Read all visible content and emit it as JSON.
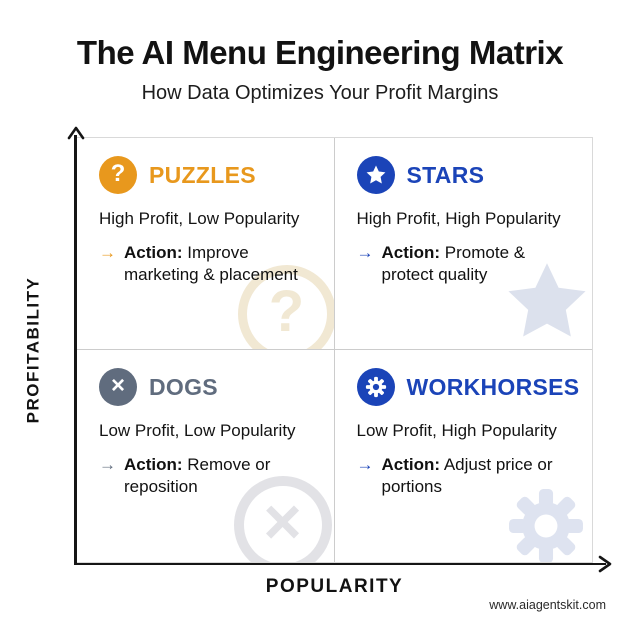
{
  "page": {
    "title": "The AI Menu Engineering Matrix",
    "subtitle": "How Data Optimizes Your Profit Margins",
    "website": "www.aiagentskit.com"
  },
  "axes": {
    "y_label": "PROFITABILITY",
    "x_label": "POPULARITY"
  },
  "quadrants": [
    {
      "key": "puzzles",
      "title": "PUZZLES",
      "icon": "question-mark-icon",
      "icon_glyph": "?",
      "accent_color": "#E8981D",
      "description": "High Profit, Low Popularity",
      "action_arrow": "→",
      "action_label": "Action:",
      "action_text": "Improve marketing & placement"
    },
    {
      "key": "stars",
      "title": "STARS",
      "icon": "star-icon",
      "icon_glyph": "★",
      "accent_color": "#1B44B8",
      "description": "High Profit, High Popularity",
      "action_arrow": "→",
      "action_label": "Action:",
      "action_text": "Promote & protect quality"
    },
    {
      "key": "dogs",
      "title": "DOGS",
      "icon": "x-icon",
      "icon_glyph": "×",
      "accent_color": "#606C7E",
      "description": "Low Profit, Low Popularity",
      "action_arrow": "→",
      "action_label": "Action:",
      "action_text": "Remove or reposition"
    },
    {
      "key": "workhorses",
      "title": "WORKHORSES",
      "icon": "gear-icon",
      "icon_glyph": "⚙",
      "accent_color": "#1B44B8",
      "description": "Low Profit, High Popularity",
      "action_arrow": "→",
      "action_label": "Action:",
      "action_text": "Adjust price or portions"
    }
  ],
  "colors": {
    "orange_accent": "#E8981D",
    "blue_accent": "#1B44B8",
    "slate_accent": "#606C7E",
    "text": "#111111",
    "grid_line": "#CCCCCC",
    "watermark_tan": "#F1E8D3",
    "watermark_blue": "#DCE1ED",
    "watermark_gray": "#E2E2E6"
  }
}
